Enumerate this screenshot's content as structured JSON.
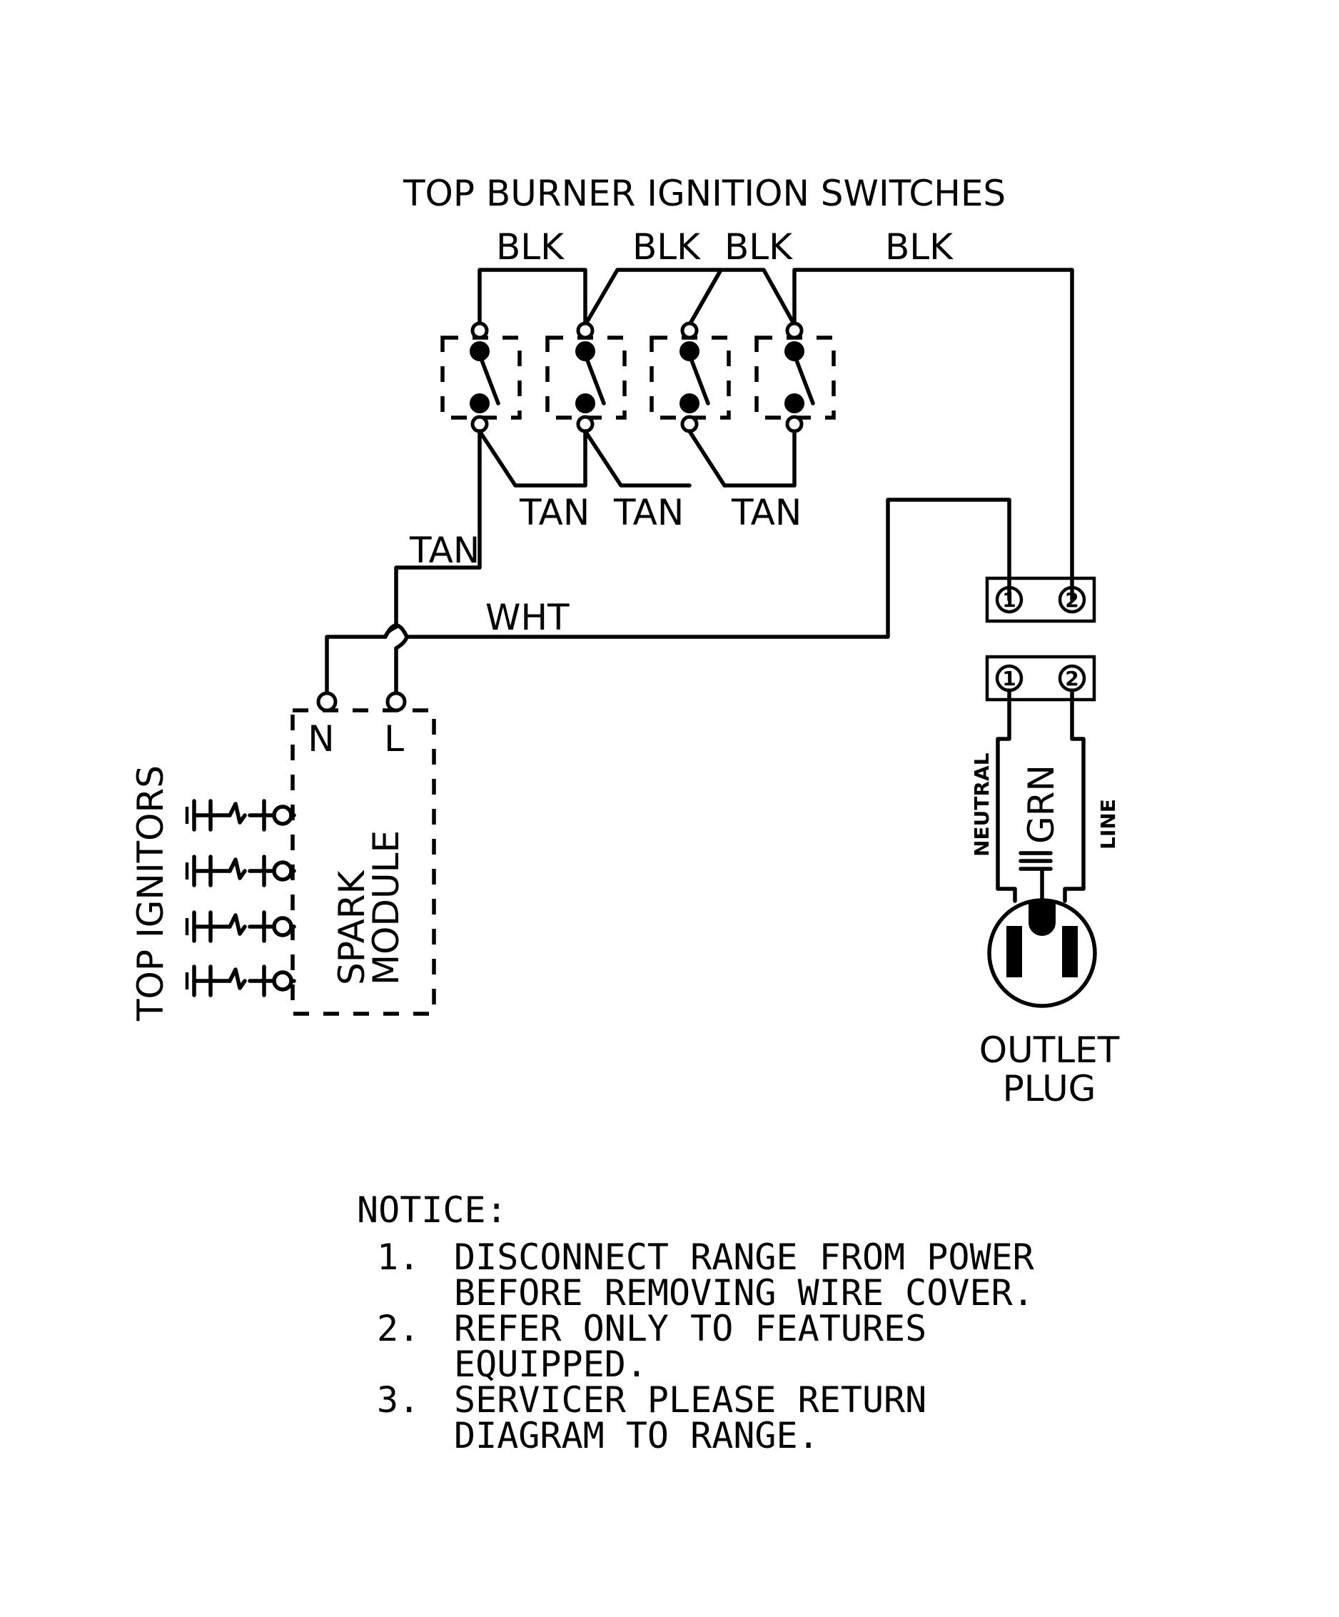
{
  "title": "TOP BURNER IGNITION SWITCHES",
  "wire_labels": {
    "blk": [
      "BLK",
      "BLK",
      "BLK",
      "BLK"
    ],
    "tan_bottom": [
      "TAN",
      "TAN",
      "TAN"
    ],
    "tan_side": "TAN",
    "wht": "WHT",
    "neutral": "NEUTRAL",
    "grn": "GRN",
    "line": "LINE"
  },
  "terminal_numbers": [
    "1",
    "2",
    "1",
    "2"
  ],
  "spark_module": {
    "label_line1": "SPARK",
    "label_line2": "MODULE",
    "terminal_n": "N",
    "terminal_l": "L"
  },
  "top_ignitors_label": "TOP IGNITORS",
  "outlet_label_line1": "OUTLET",
  "outlet_label_line2": "PLUG",
  "notice": {
    "heading": "NOTICE:",
    "items": [
      {
        "number": "1.",
        "lines": [
          "DISCONNECT RANGE FROM POWER",
          "BEFORE REMOVING WIRE COVER."
        ]
      },
      {
        "number": "2.",
        "lines": [
          "REFER ONLY TO FEATURES",
          "EQUIPPED."
        ]
      },
      {
        "number": "3.",
        "lines": [
          "SERVICER PLEASE RETURN",
          "DIAGRAM TO RANGE."
        ]
      }
    ]
  }
}
